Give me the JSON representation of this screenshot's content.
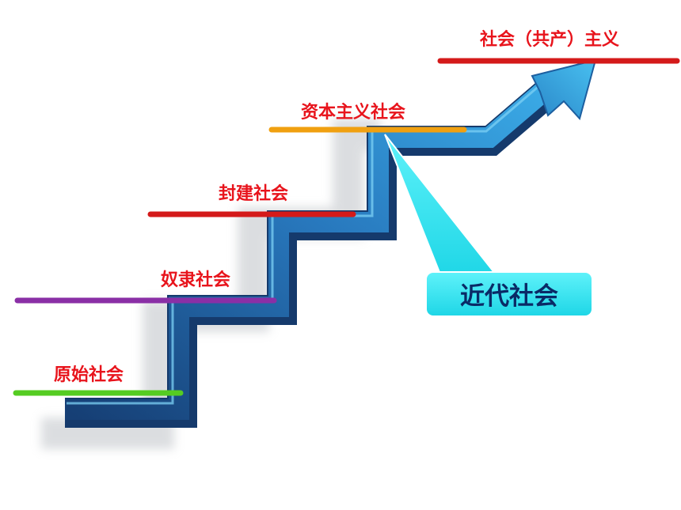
{
  "stages": [
    {
      "label": "原始社会",
      "text_color": "#e8141c",
      "line_color": "#55cc22"
    },
    {
      "label": "奴隶社会",
      "text_color": "#e8141c",
      "line_color": "#8a2fa6"
    },
    {
      "label": "封建社会",
      "text_color": "#e8141c",
      "line_color": "#d41a1a"
    },
    {
      "label": "资本主义社会",
      "text_color": "#e8141c",
      "line_color": "#f0a010"
    },
    {
      "label": "社会（共产）主义",
      "text_color": "#e8141c",
      "line_color": "#d41a1a"
    }
  ],
  "callout": {
    "label": "近代社会",
    "text_color": "#0a2a66",
    "fill_color": "#2ee6f2"
  },
  "staircase": {
    "dark_color": "#1a4f8e",
    "light_color": "#3a9ed8",
    "arrow_color": "#32a6e0"
  }
}
